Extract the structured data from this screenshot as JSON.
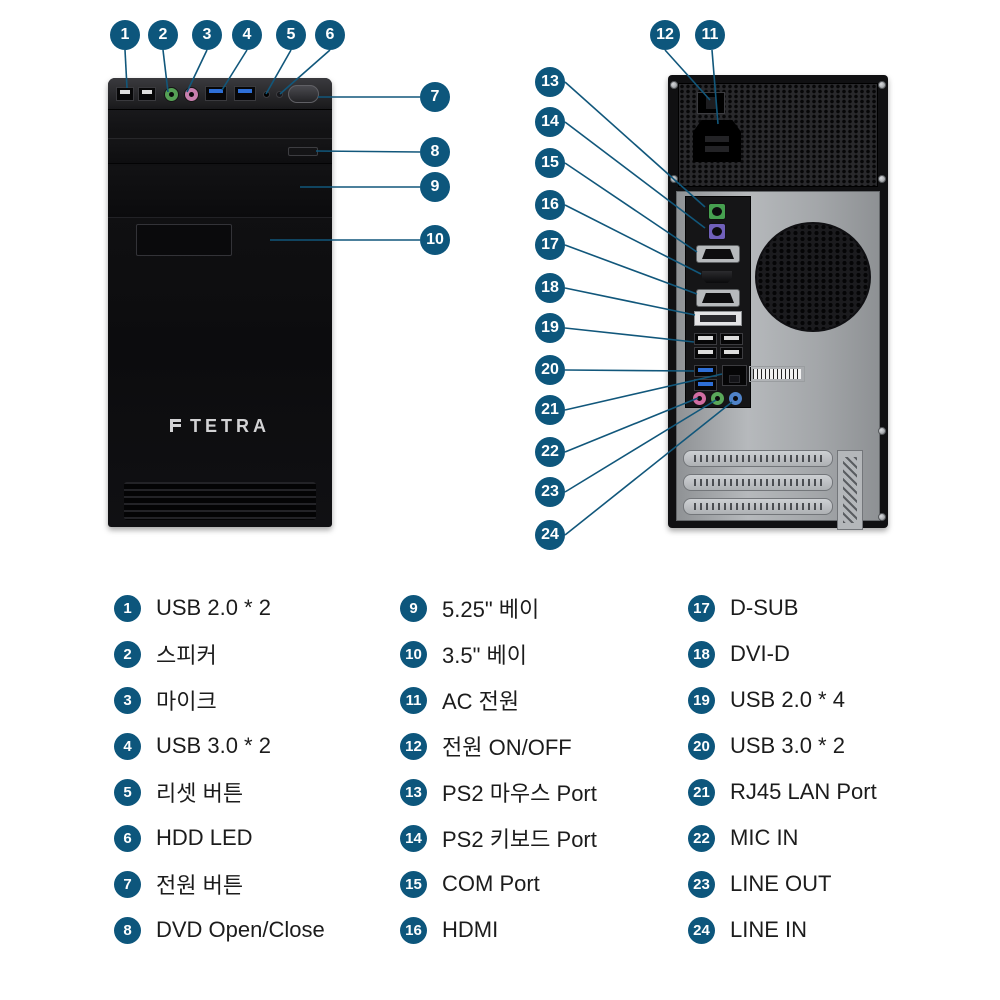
{
  "brand": {
    "logo_text": "TETRA"
  },
  "callout_numbers": [
    "1",
    "2",
    "3",
    "4",
    "5",
    "6",
    "7",
    "8",
    "9",
    "10",
    "11",
    "12",
    "13",
    "14",
    "15",
    "16",
    "17",
    "18",
    "19",
    "20",
    "21",
    "22",
    "23",
    "24"
  ],
  "legend": {
    "columns": [
      {
        "items": [
          {
            "num": "1",
            "label": "USB 2.0 * 2"
          },
          {
            "num": "2",
            "label": "스피커"
          },
          {
            "num": "3",
            "label": "마이크"
          },
          {
            "num": "4",
            "label": "USB 3.0 * 2"
          },
          {
            "num": "5",
            "label": "리셋 버튼"
          },
          {
            "num": "6",
            "label": "HDD LED"
          },
          {
            "num": "7",
            "label": "전원 버튼"
          },
          {
            "num": "8",
            "label": "DVD Open/Close"
          }
        ]
      },
      {
        "items": [
          {
            "num": "9",
            "label": "5.25\" 베이"
          },
          {
            "num": "10",
            "label": "3.5\" 베이"
          },
          {
            "num": "11",
            "label": "AC 전원"
          },
          {
            "num": "12",
            "label": "전원 ON/OFF"
          },
          {
            "num": "13",
            "label": "PS2 마우스 Port"
          },
          {
            "num": "14",
            "label": "PS2 키보드 Port"
          },
          {
            "num": "15",
            "label": "COM Port"
          },
          {
            "num": "16",
            "label": "HDMI"
          }
        ]
      },
      {
        "items": [
          {
            "num": "17",
            "label": "D-SUB"
          },
          {
            "num": "18",
            "label": "DVI-D"
          },
          {
            "num": "19",
            "label": "USB 2.0 * 4"
          },
          {
            "num": "20",
            "label": "USB 3.0 * 2"
          },
          {
            "num": "21",
            "label": "RJ45 LAN Port"
          },
          {
            "num": "22",
            "label": "MIC IN"
          },
          {
            "num": "23",
            "label": "LINE OUT"
          },
          {
            "num": "24",
            "label": "LINE IN"
          }
        ]
      }
    ]
  },
  "colors": {
    "callout_circle": "#0d567c",
    "leader_line": "#11577b"
  }
}
